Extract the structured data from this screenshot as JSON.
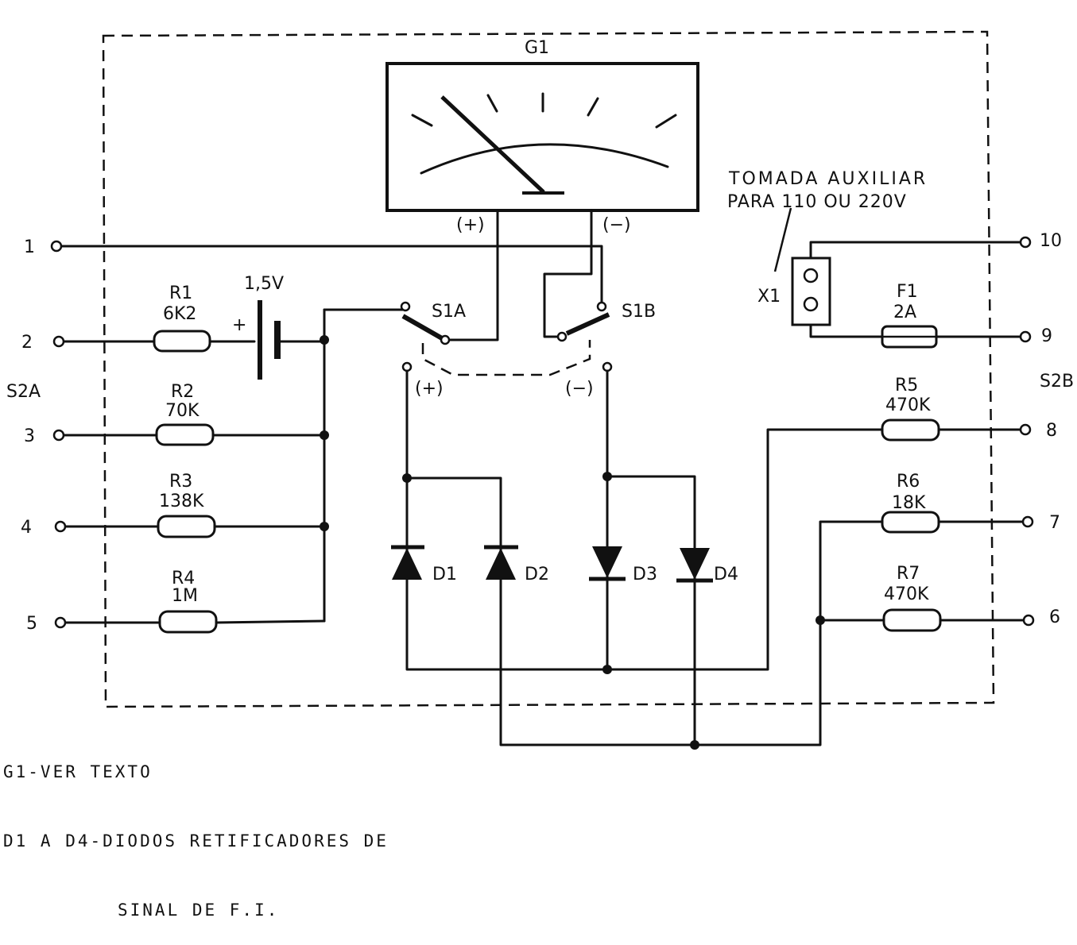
{
  "meter": {
    "label": "G1",
    "plus": "(+)",
    "minus": "(−)"
  },
  "switches": {
    "s1a": "S1A",
    "s1b": "S1B",
    "s2a": "S2A",
    "s2b": "S2B",
    "pos_plus": "(+)",
    "pos_minus": "(−)"
  },
  "battery": {
    "label": "1,5V",
    "plus": "+"
  },
  "resistors": [
    {
      "ref": "R1",
      "value": "6K2"
    },
    {
      "ref": "R2",
      "value": "70K"
    },
    {
      "ref": "R3",
      "value": "138K"
    },
    {
      "ref": "R4",
      "value": "1M"
    },
    {
      "ref": "R5",
      "value": "470K"
    },
    {
      "ref": "R6",
      "value": "18K"
    },
    {
      "ref": "R7",
      "value": "470K"
    }
  ],
  "diodes": [
    "D1",
    "D2",
    "D3",
    "D4"
  ],
  "fuse": {
    "ref": "F1",
    "value": "2A"
  },
  "socket": {
    "ref": "X1",
    "note_line1": "TOMADA AUXILIAR",
    "note_line2": "PARA 110 OU 220V"
  },
  "terminals_left": [
    "1",
    "2",
    "3",
    "4",
    "5"
  ],
  "terminals_right": [
    "10",
    "9",
    "8",
    "7",
    "6"
  ],
  "notes": {
    "line1": "G1-VER TEXTO",
    "line2": "D1 A D4-DIODOS RETIFICADORES DE",
    "line3": "SINAL DE F.I."
  }
}
